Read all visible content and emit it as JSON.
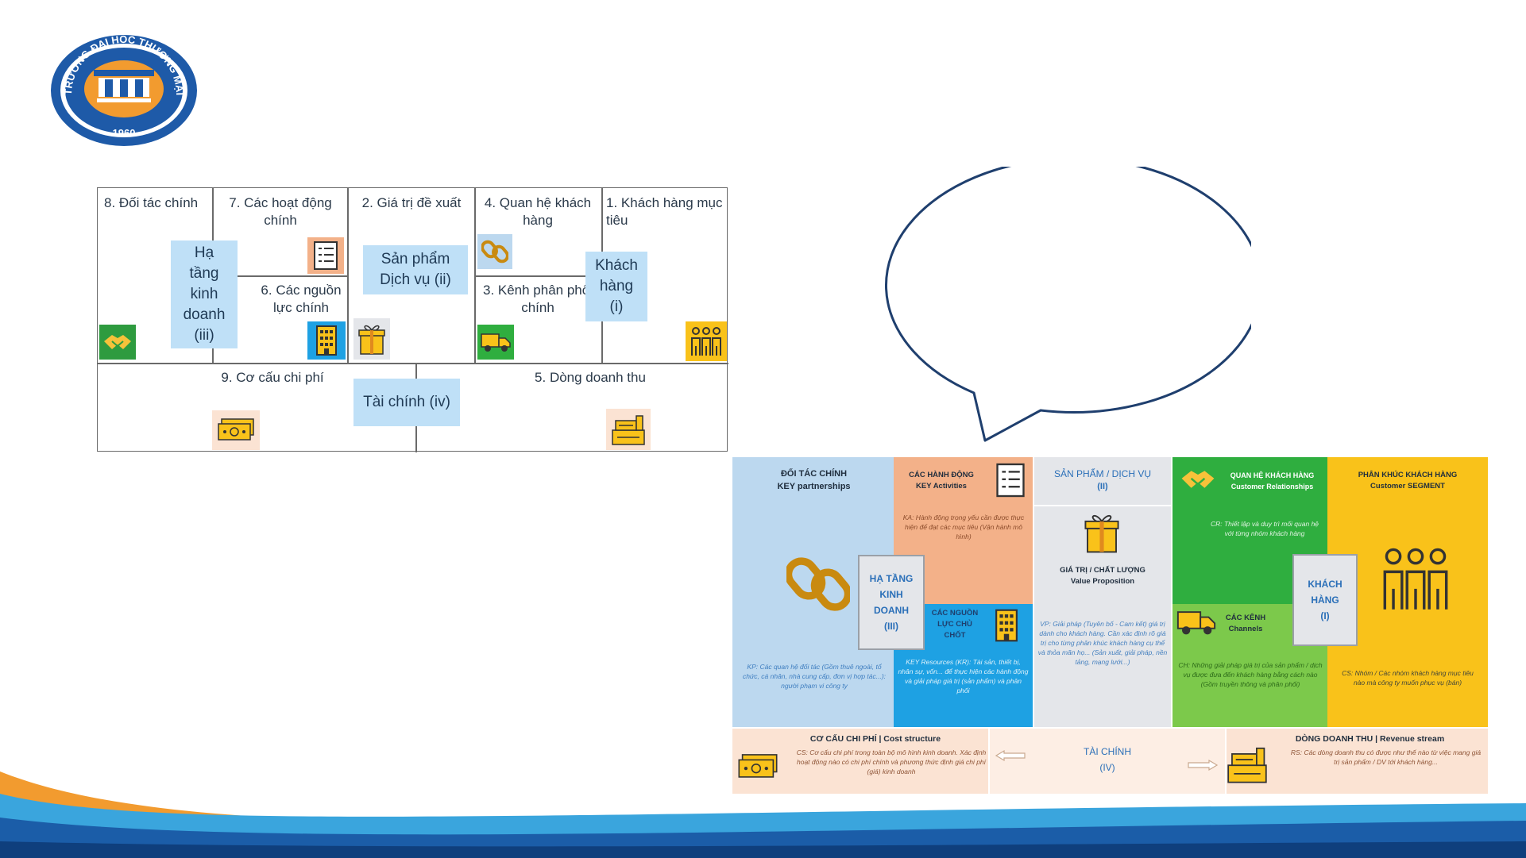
{
  "logo": {
    "arc_text": "TRƯỜNG ĐẠI HỌC THƯƠNG MẠI",
    "year": "1960",
    "colors": {
      "ring": "#1e5aa8",
      "inner": "#f29b2f"
    }
  },
  "canvas": {
    "blocks": {
      "partners": "8. Đối tác chính",
      "activities": "7. Các hoạt động chính",
      "value": "2. Giá trị đề xuất",
      "relationships": "4. Quan hệ khách hàng",
      "segments": "1. Khách hàng mục tiêu",
      "resources": "6. Các nguồn lực chính",
      "channels": "3. Kênh phân phối chính",
      "cost": "9. Cơ cấu chi phí",
      "revenue": "5. Dòng doanh thu"
    },
    "labels": {
      "infrastructure_l1": "Hạ",
      "infrastructure_l2": "tầng",
      "infrastructure_l3": "kinh",
      "infrastructure_l4": "doanh",
      "infrastructure_l5": "(iii)",
      "product_l1": "Sản phẩm",
      "product_l2": "Dịch vụ (ii)",
      "customer_l1": "Khách",
      "customer_l2": "hàng",
      "customer_l3": "(i)",
      "finance": "Tài chính (iv)"
    },
    "icons": [
      "handshake-icon",
      "checklist-icon",
      "building-icon",
      "gift-icon",
      "chain-link-icon",
      "delivery-truck-icon",
      "people-group-icon",
      "cash-icon",
      "cash-register-icon"
    ],
    "colors": {
      "label_bg": "#bfe0f7",
      "border": "#6a6a6a"
    }
  },
  "speech_bubble": {
    "text": ""
  },
  "canvas2": {
    "partners": {
      "title": "ĐỐI TÁC CHÍNH",
      "subtitle": "KEY partnerships",
      "desc": "KP: Các quan hệ đối tác (Gồm thuê ngoài, tổ chức, cá nhân, nhà cung cấp, đơn vị hợp tác...): người phạm vi công ty"
    },
    "activities": {
      "title": "CÁC HÀNH ĐỘNG",
      "subtitle": "KEY Activities",
      "desc": "KA: Hành động trọng yếu cần được thực hiện để đạt các mục tiêu (Vận hành mô hình)"
    },
    "infrastructure": {
      "l1": "HẠ TẦNG",
      "l2": "KINH",
      "l3": "DOANH",
      "l4": "(III)"
    },
    "resources": {
      "title": "CÁC NGUỒN LỰC CHỦ CHỐT",
      "desc": "KEY Resources (KR): Tài sản, thiết bị, nhân sự, vốn... để thực hiện các hành động và giải pháp giá trị (sản phẩm) và phân phối"
    },
    "value": {
      "title": "SẢN PHẨM / DỊCH VỤ",
      "subtitle": "(II)",
      "head": "GIÁ TRỊ / CHẤT LƯỢNG",
      "head2": "Value Proposition",
      "desc": "VP: Giải pháp (Tuyên bố - Cam kết) giá trị dành cho khách hàng. Cần xác định rõ giá trị cho từng phân khúc khách hàng cụ thể và thỏa mãn họ... (Sản xuất, giải pháp, nền tảng, mạng lưới...)"
    },
    "relationships": {
      "title": "QUAN HỆ KHÁCH HÀNG",
      "subtitle": "Customer Relationships",
      "desc": "CR: Thiết lập và duy trì mối quan hệ với từng nhóm khách hàng"
    },
    "channels": {
      "title": "CÁC KÊNH",
      "subtitle": "Channels",
      "desc": "CH: Những giải pháp giá trị của sản phẩm / dịch vụ được đưa đến khách hàng bằng cách nào (Gồm truyền thông và phân phối)"
    },
    "customer": {
      "l1": "KHÁCH",
      "l2": "HÀNG",
      "l3": "(I)"
    },
    "segments": {
      "title": "PHÂN KHÚC KHÁCH HÀNG",
      "subtitle": "Customer SEGMENT",
      "desc": "CS: Nhóm / Các nhóm khách hàng mục tiêu nào mà công ty muốn phục vụ (bán)"
    },
    "cost": {
      "title": "CƠ CẤU CHI PHÍ | Cost structure",
      "desc": "CS: Cơ cấu chi phí trong toàn bộ mô hình kinh doanh. Xác định hoạt động nào có chi phí chính và phương thức định giá chi phí (giá) kinh doanh"
    },
    "finance": {
      "l1": "TÀI CHÍNH",
      "l2": "(IV)"
    },
    "revenue": {
      "title": "DÒNG DOANH THU | Revenue stream",
      "desc": "RS: Các dòng doanh thu có được như thế nào từ việc mang giá trị sản phẩm / DV tới khách hàng..."
    },
    "colors": {
      "blue_light": "#bcd8ef",
      "orange": "#f3b189",
      "grey": "#e4e6ea",
      "green": "#2fae3f",
      "green_light": "#7cc94b",
      "yellow": "#f9c21a",
      "blue": "#1ea1e3",
      "peach": "#fbe3d3"
    }
  },
  "footer": {
    "colors": {
      "orange": "#f29b2f",
      "blue_dark": "#1b5da8",
      "blue_light": "#3aa5dd"
    }
  }
}
